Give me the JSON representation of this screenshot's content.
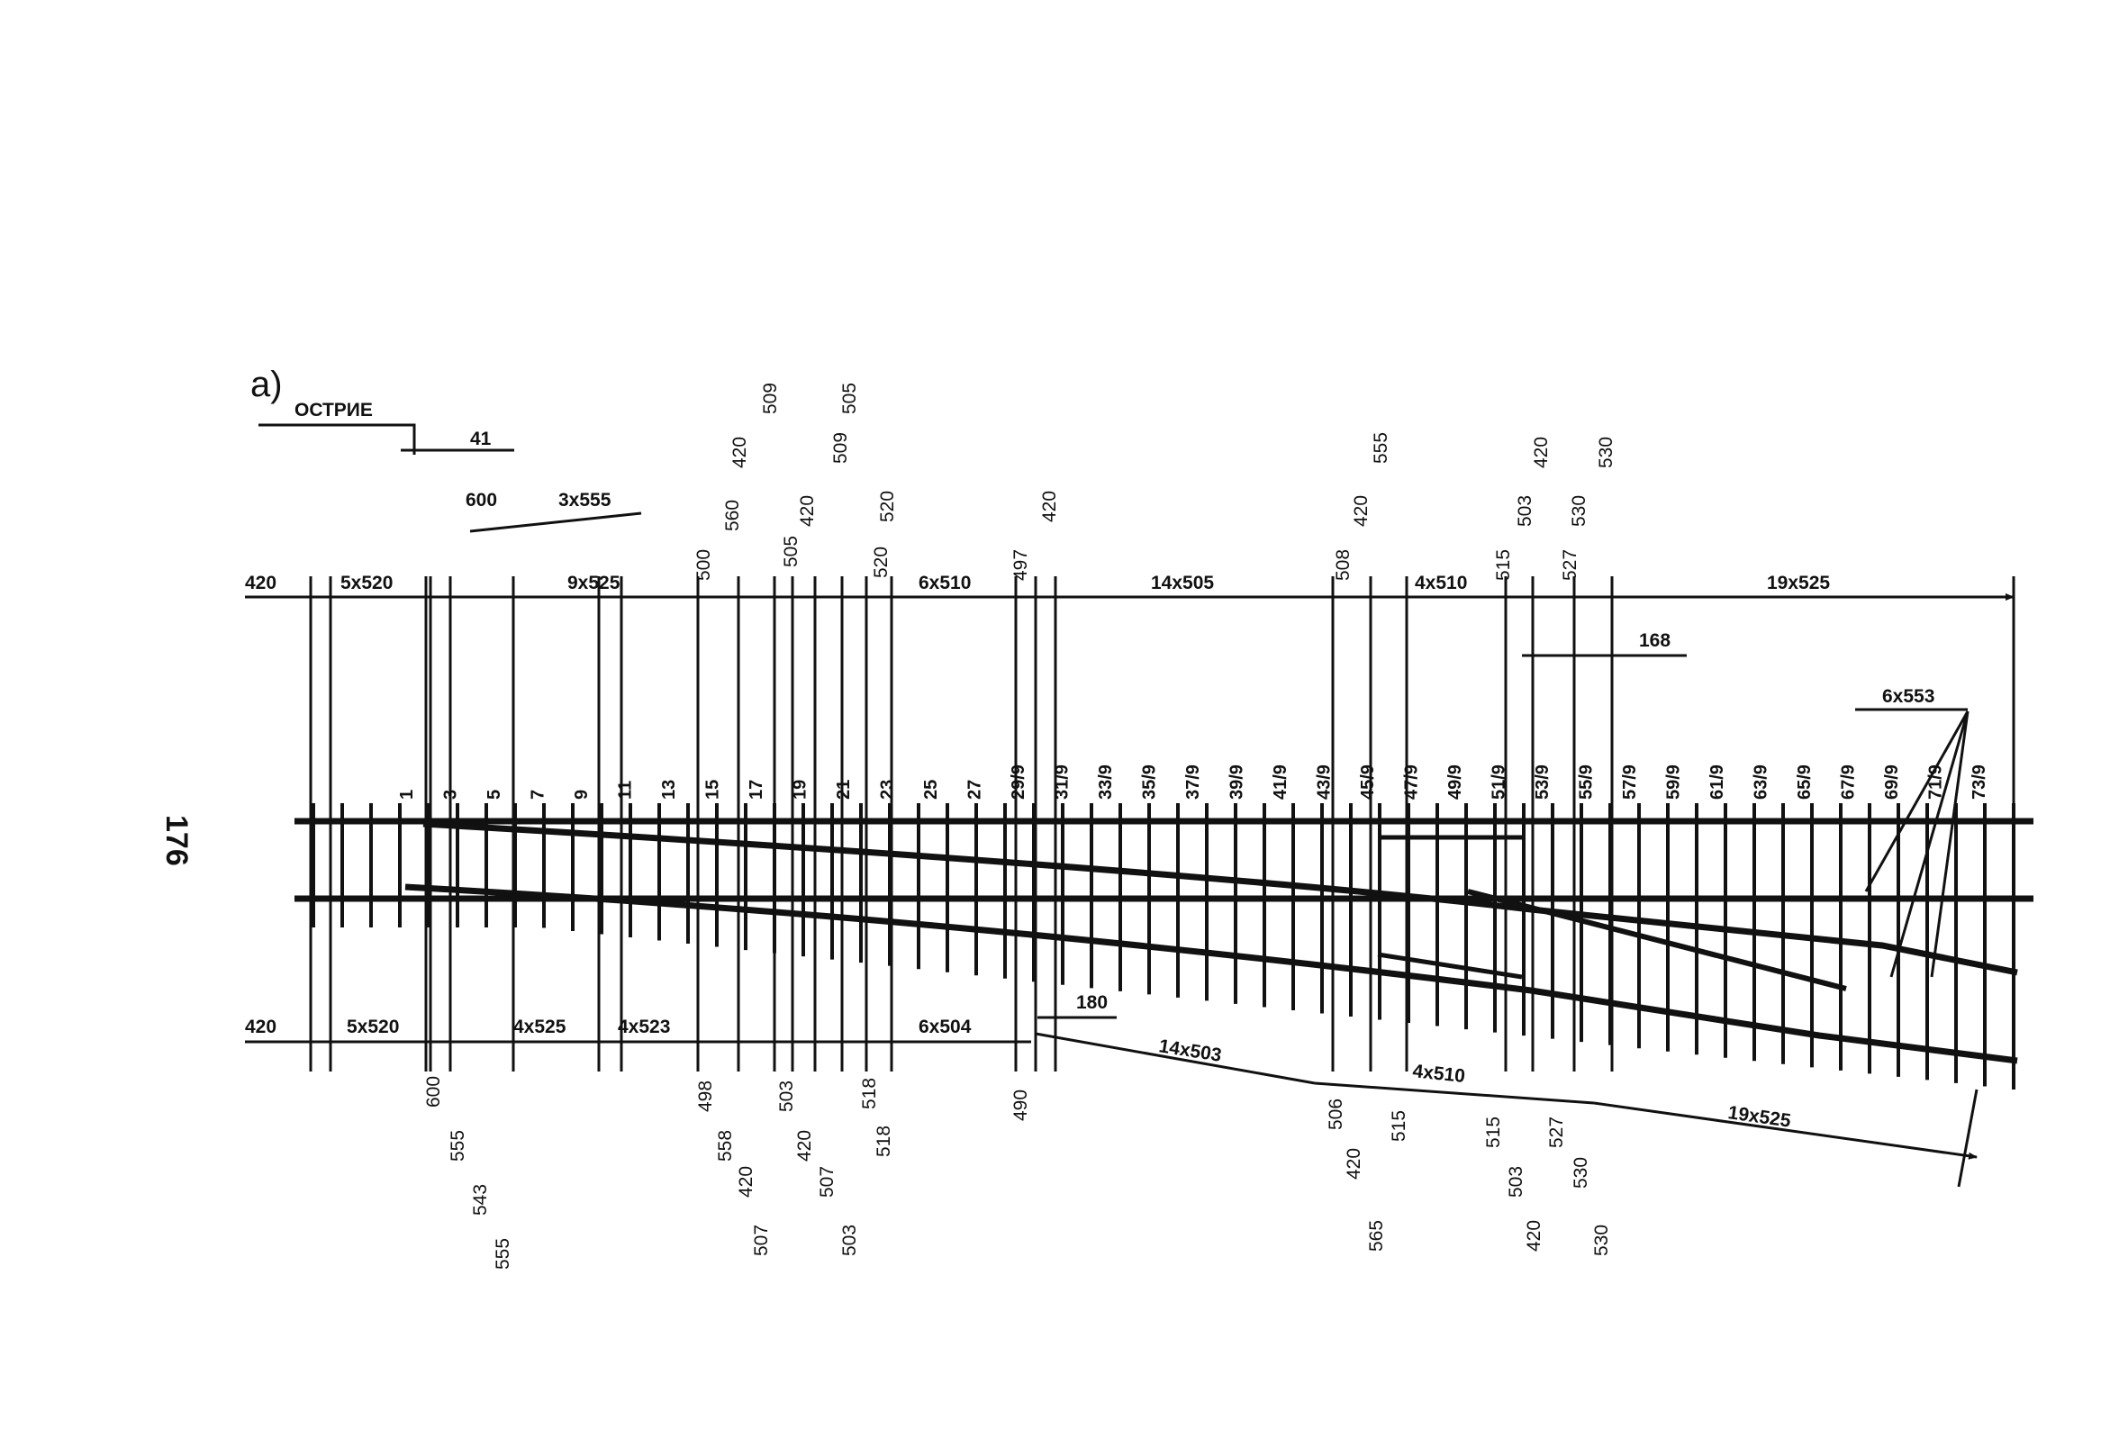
{
  "figure": {
    "label": "а)",
    "page_number": "176",
    "point_label": "ОСТРИЕ"
  },
  "top_dims": {
    "d41": "41",
    "d600": "600",
    "d3x555": "3x555",
    "d420": "420",
    "d5x520": "5x520",
    "d9x525": "9x525",
    "d6x510": "6x510",
    "d14x505": "14x505",
    "d4x510": "4x510",
    "d19x525": "19x525",
    "d168": "168",
    "d6x553": "6x553"
  },
  "top_vertical": [
    "500",
    "560",
    "420",
    "509",
    "505",
    "420",
    "509",
    "505",
    "520",
    "520",
    "497",
    "420",
    "508",
    "420",
    "555",
    "515",
    "503",
    "420",
    "527",
    "530",
    "530"
  ],
  "sleeper_numbers": [
    "1",
    "3",
    "5",
    "7",
    "9",
    "11",
    "13",
    "15",
    "17",
    "19",
    "21",
    "23",
    "25",
    "27",
    "29/9",
    "31/9",
    "33/9",
    "35/9",
    "37/9",
    "39/9",
    "41/9",
    "43/9",
    "45/9",
    "47/9",
    "49/9",
    "51/9",
    "53/9",
    "55/9",
    "57/9",
    "59/9",
    "61/9",
    "63/9",
    "65/9",
    "67/9",
    "69/9",
    "71/9",
    "73/9"
  ],
  "bottom_dims": {
    "d420": "420",
    "d5x520": "5x520",
    "d4x525": "4x525",
    "d4x523": "4x523",
    "d6x504": "6x504",
    "d180": "180",
    "d14x503": "14x503",
    "d4x510": "4x510",
    "d19x525": "19x525"
  },
  "bottom_vertical": [
    "600",
    "555",
    "543",
    "555",
    "498",
    "558",
    "420",
    "507",
    "503",
    "420",
    "507",
    "503",
    "518",
    "518",
    "490",
    "506",
    "420",
    "565",
    "515",
    "515",
    "503",
    "420",
    "527",
    "530",
    "530"
  ]
}
